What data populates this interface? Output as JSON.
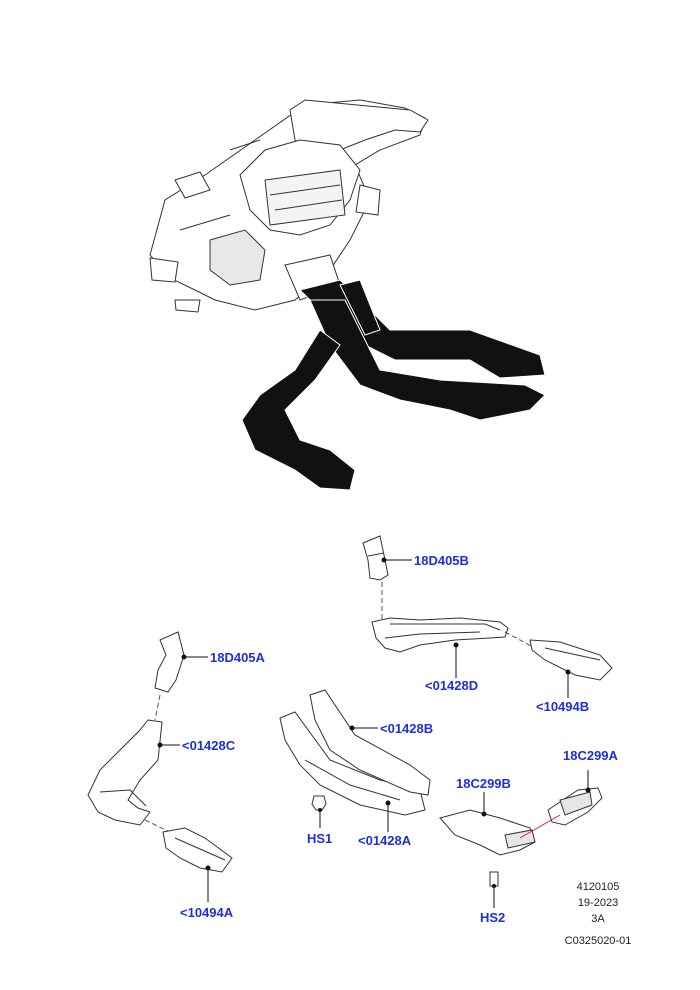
{
  "colors": {
    "callout": "#1f2fd6",
    "leader": "#111111",
    "part_outline": "#333333",
    "duct_fill": "#111111",
    "highlight": "#d22222"
  },
  "callouts": {
    "p18D405B": "18D405B",
    "p01428D": "<01428D",
    "p10494B": "<10494B",
    "p18D405A": "18D405A",
    "p01428C": "<01428C",
    "p01428B": "<01428B",
    "p18C299A": "18C299A",
    "p18C299B": "18C299B",
    "pHS1": "HS1",
    "p01428A": "<01428A",
    "p10494A": "<10494A",
    "pHS2": "HS2"
  },
  "reference": {
    "line1": "4120105",
    "line2": "19-2023",
    "line3": "3A",
    "line4": "C0325020-01"
  }
}
